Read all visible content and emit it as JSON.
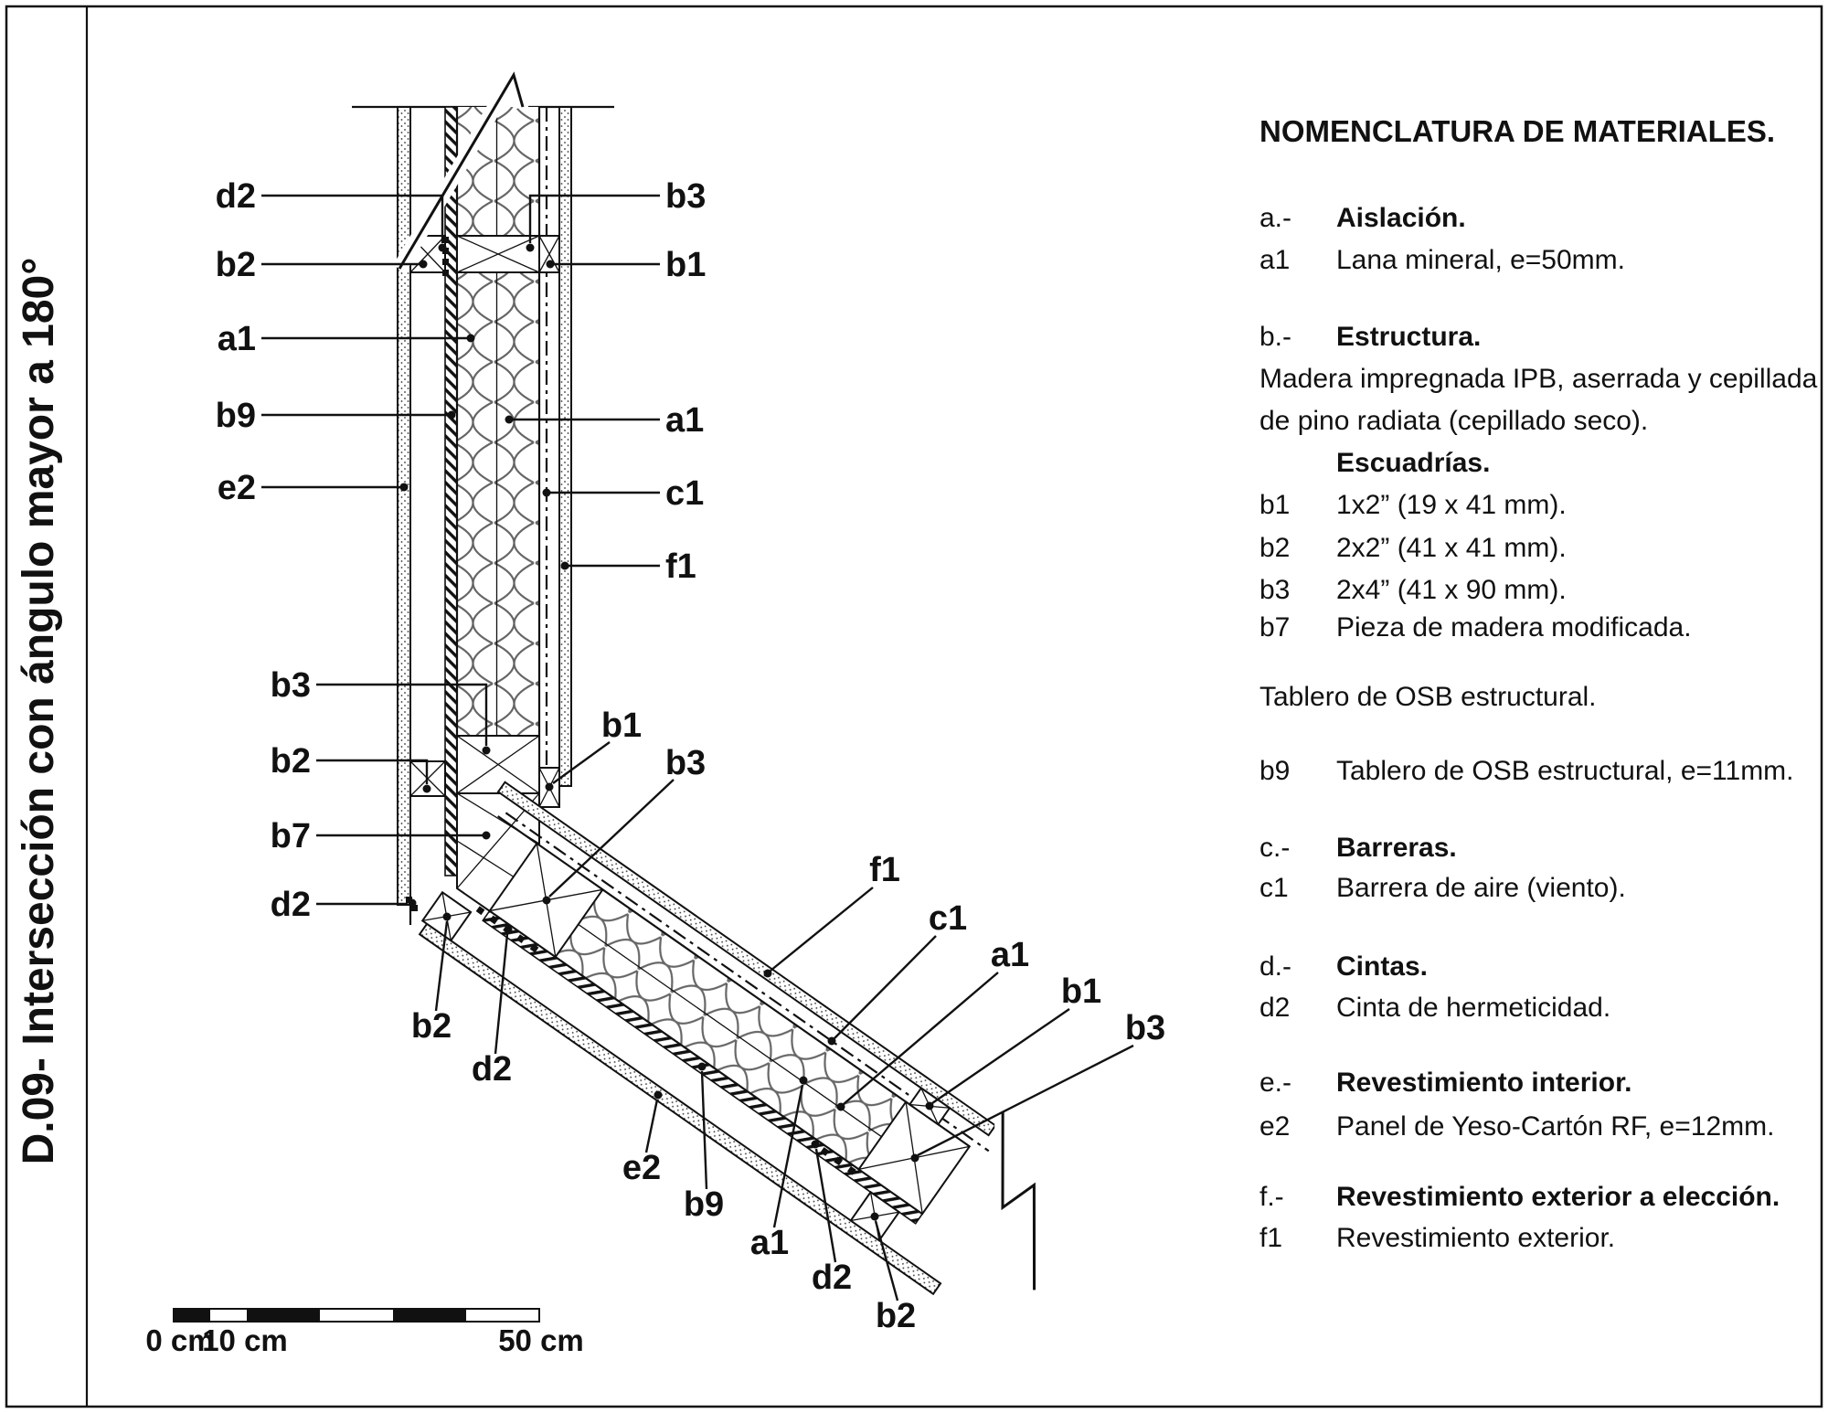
{
  "title": "D.09- Intersección con ángulo mayor a 180°",
  "legend": {
    "title": "NOMENCLATURA DE MATERIALES.",
    "rows": [
      {
        "key": "a.-",
        "text": "Aislación."
      },
      {
        "key": "a1",
        "text": "Lana mineral, e=50mm."
      },
      {
        "key": "b.-",
        "text": "Estructura."
      },
      {
        "key": "",
        "text": "Madera impregnada IPB, aserrada y cepillada"
      },
      {
        "key": "",
        "text": "de pino radiata (cepillado seco)."
      },
      {
        "key": "",
        "text": "Escuadrías."
      },
      {
        "key": "b1",
        "text": "1x2” (19 x 41 mm)."
      },
      {
        "key": "b2",
        "text": "2x2” (41 x 41 mm)."
      },
      {
        "key": "b3",
        "text": "2x4” (41 x 90 mm)."
      },
      {
        "key": "b7",
        "text": "Pieza de madera modificada."
      },
      {
        "key": "",
        "text": "Tablero de OSB estructural."
      },
      {
        "key": "b9",
        "text": "Tablero de OSB estructural, e=11mm."
      },
      {
        "key": "c.-",
        "text": "Barreras."
      },
      {
        "key": "c1",
        "text": "Barrera de aire (viento)."
      },
      {
        "key": "d.-",
        "text": "Cintas."
      },
      {
        "key": "d2",
        "text": "Cinta de hermeticidad."
      },
      {
        "key": "e.-",
        "text": "Revestimiento interior."
      },
      {
        "key": "e2",
        "text": "Panel de Yeso-Cartón RF, e=12mm."
      },
      {
        "key": "f.-",
        "text": "Revestimiento exterior a elección."
      },
      {
        "key": "f1",
        "text": "Revestimiento exterior."
      }
    ]
  },
  "scale": {
    "labels": [
      "0 cm",
      "10 cm",
      "50 cm"
    ]
  },
  "annotations": [
    {
      "text": "d2"
    },
    {
      "text": "b2"
    },
    {
      "text": "a1"
    },
    {
      "text": "b9"
    },
    {
      "text": "e2"
    },
    {
      "text": "b3"
    },
    {
      "text": "b2"
    },
    {
      "text": "b7"
    },
    {
      "text": "d2"
    },
    {
      "text": "b3"
    },
    {
      "text": "b1"
    },
    {
      "text": "a1"
    },
    {
      "text": "c1"
    },
    {
      "text": "f1"
    },
    {
      "text": "b1"
    },
    {
      "text": "b3"
    },
    {
      "text": "b2"
    },
    {
      "text": "d2"
    },
    {
      "text": "e2"
    },
    {
      "text": "b9"
    },
    {
      "text": "a1"
    },
    {
      "text": "d2"
    },
    {
      "text": "b2"
    },
    {
      "text": "f1"
    },
    {
      "text": "c1"
    },
    {
      "text": "a1"
    },
    {
      "text": "b1"
    },
    {
      "text": "b3"
    }
  ],
  "colors": {
    "line": "#111111",
    "insulation": "#666666",
    "background": "#ffffff"
  }
}
